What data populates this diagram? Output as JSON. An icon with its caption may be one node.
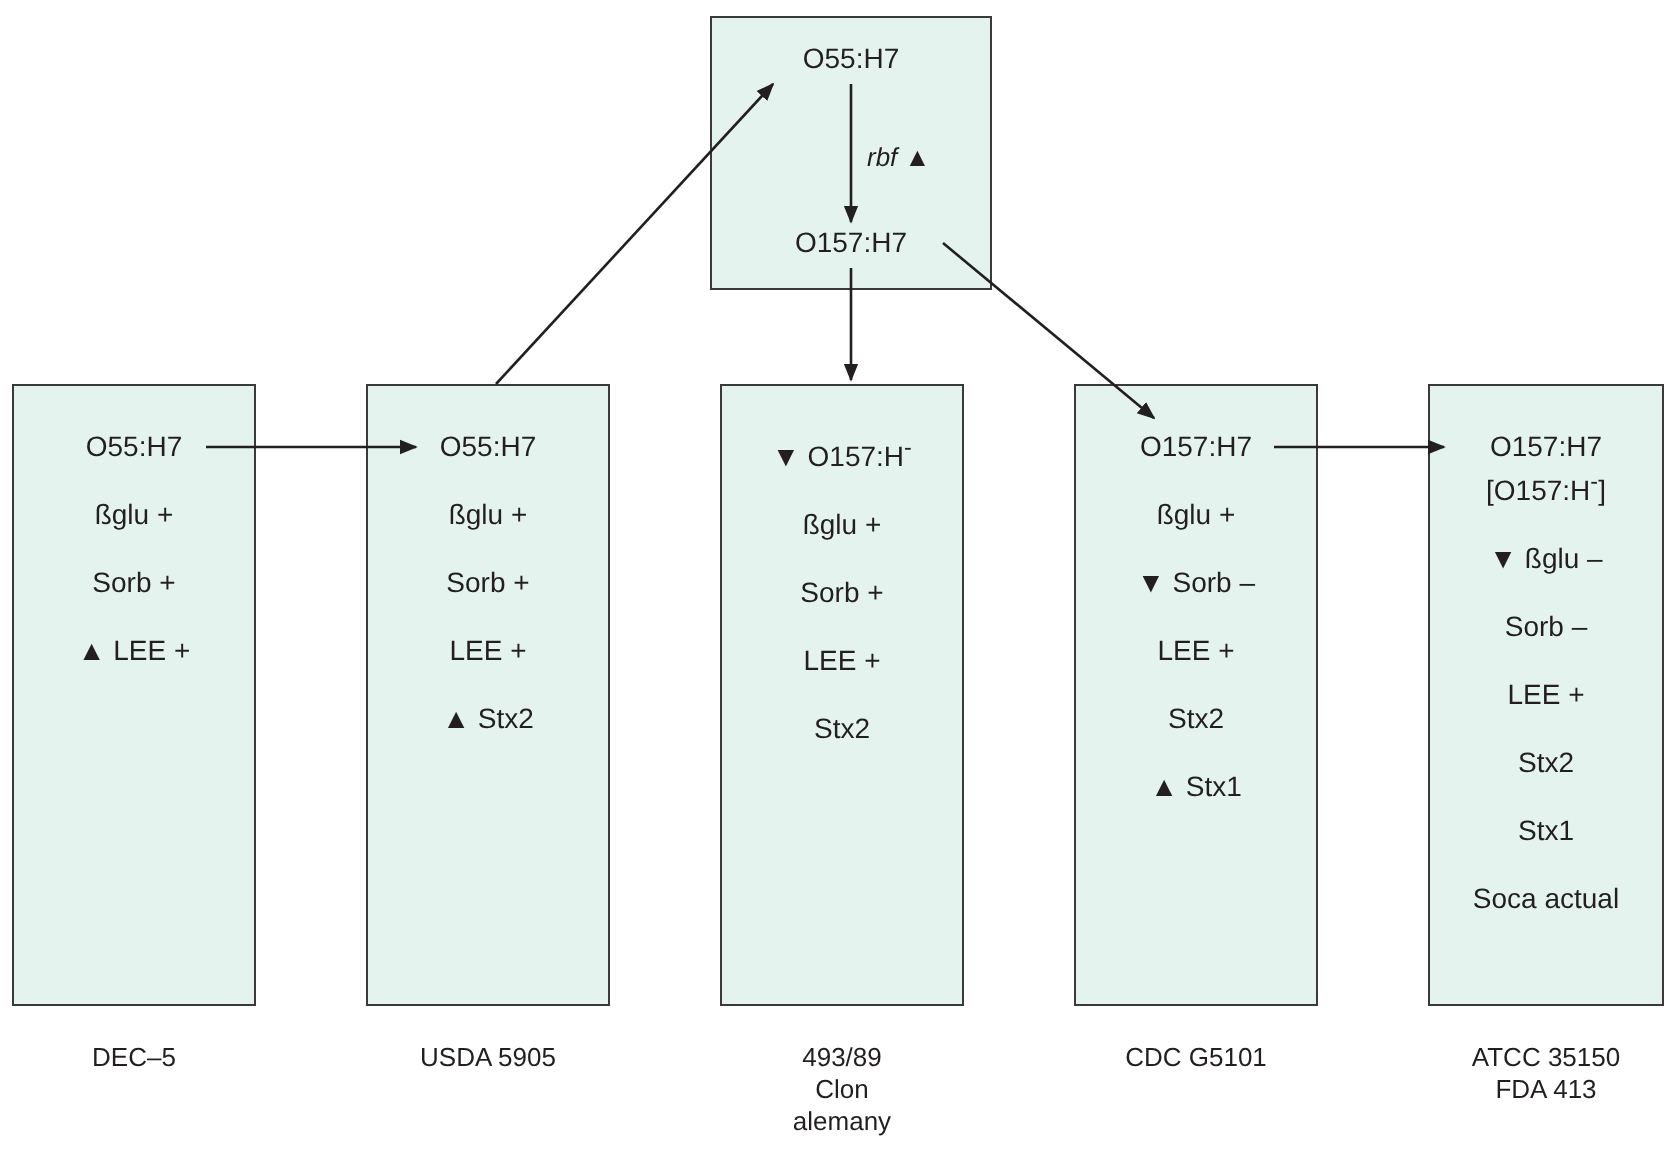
{
  "diagram": {
    "nodes": [
      {
        "text": [],
        "shape": "box"
      },
      {
        "text": [
          "O55:H7"
        ],
        "in": 0
      },
      {
        "text": [
          "O157:H7"
        ],
        "in": 0
      },
      {
        "text": [
          "ßglu +",
          "Sorb +",
          "▲ LEE +"
        ],
        "beside": [
          "DEC–5"
        ]
      },
      {
        "text": [
          "O55:H7"
        ],
        "in": 3
      },
      {
        "text": [
          "ßglu +",
          "Sorb +",
          "LEE +",
          "▲ Stx2"
        ],
        "beside": [
          "USDA 5905"
        ]
      },
      {
        "text": [
          "O55:H7"
        ],
        "in": 5
      },
      {
        "text": [
          "ßglu +",
          "Sorb +",
          "LEE +",
          "Stx2"
        ],
        "beside": [
          "493/89 Clon alemany"
        ]
      },
      {
        "text": [
          "▼ O157:H$^{-}$"
        ],
        "in": 7
      },
      {
        "text": [
          "ßglu +",
          "▼ Sorb –",
          "LEE +",
          "Stx2",
          "▲ Stx1"
        ],
        "beside": [
          "CDC G5101"
        ]
      },
      {
        "text": [
          "O157:H7"
        ],
        "in": 9
      },
      {
        "text": [
          "▼ ßglu –",
          "Sorb –",
          "LEE +",
          "Stx2",
          "Stx1",
          "Soca actual"
        ],
        "beside": [
          "ATCC 35150 FDA 413"
        ]
      },
      {
        "text": [
          "O157:H7 [O157:H$^{-}$]"
        ],
        "in": 11
      }
    ],
    "edges": [
      {
        "from": 4,
        "to": 6,
        "arrow": "to"
      },
      {
        "from": 5,
        "to": 1,
        "arrow": "to"
      },
      {
        "from": 1,
        "to": 2,
        "arrow": "to",
        "label": "*rbf* ▲"
      },
      {
        "from": 2,
        "to": 7,
        "arrow": "to"
      },
      {
        "from": 2,
        "to": 10,
        "arrow": "to"
      },
      {
        "from": 10,
        "to": 12,
        "arrow": "to"
      }
    ]
  }
}
